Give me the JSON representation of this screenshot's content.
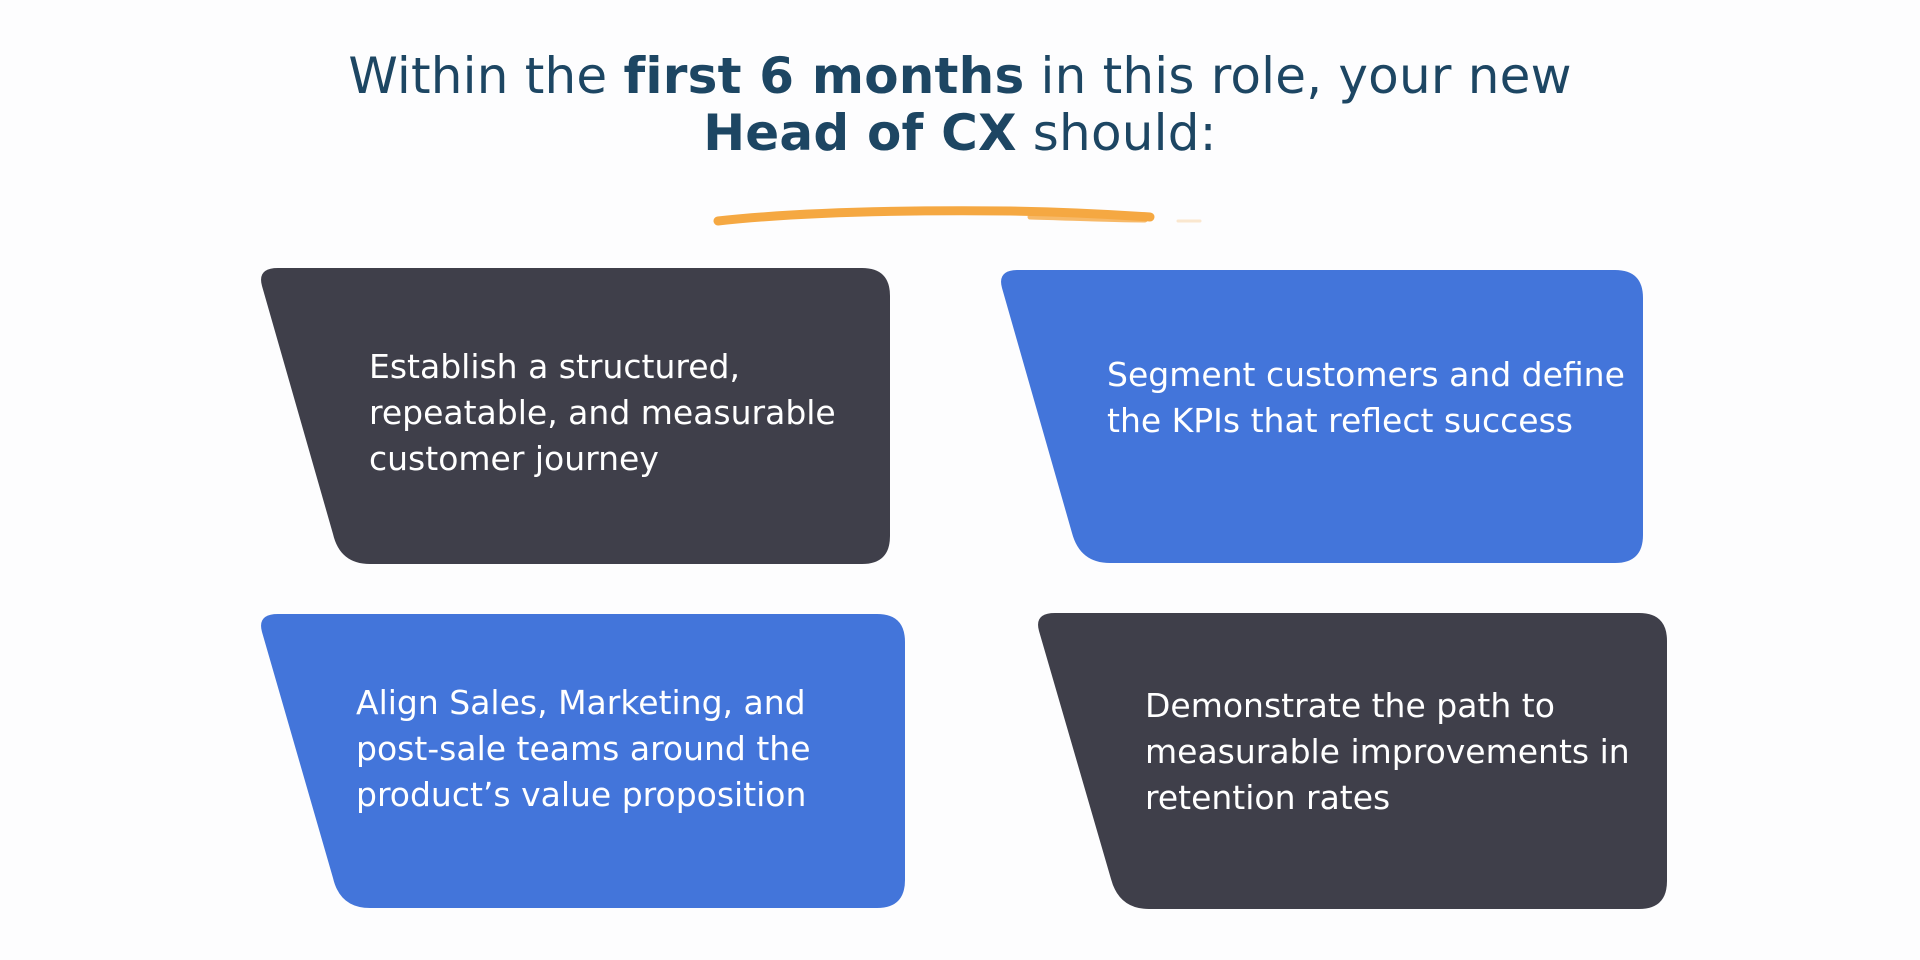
{
  "heading": {
    "line1": {
      "pre": "Within the ",
      "bold": "first 6 months",
      "post": " in this role, your new"
    },
    "line2": {
      "bold": "Head of CX",
      "post": " should:"
    }
  },
  "colors": {
    "heading": "#1d4663",
    "dark_card": "#3f3f4a",
    "blue_card": "#4375da",
    "underline": "#f5a842"
  },
  "cards": [
    {
      "lines": [
        "Establish a structured,",
        "repeatable, and measurable",
        "customer journey"
      ]
    },
    {
      "lines": [
        "Segment customers and define",
        "the KPIs that reflect success"
      ]
    },
    {
      "lines": [
        "Align Sales, Marketing, and",
        "post-sale teams around the",
        "product’s value proposition"
      ]
    },
    {
      "lines": [
        "Demonstrate the path to",
        "measurable improvements in",
        "retention rates"
      ]
    }
  ]
}
